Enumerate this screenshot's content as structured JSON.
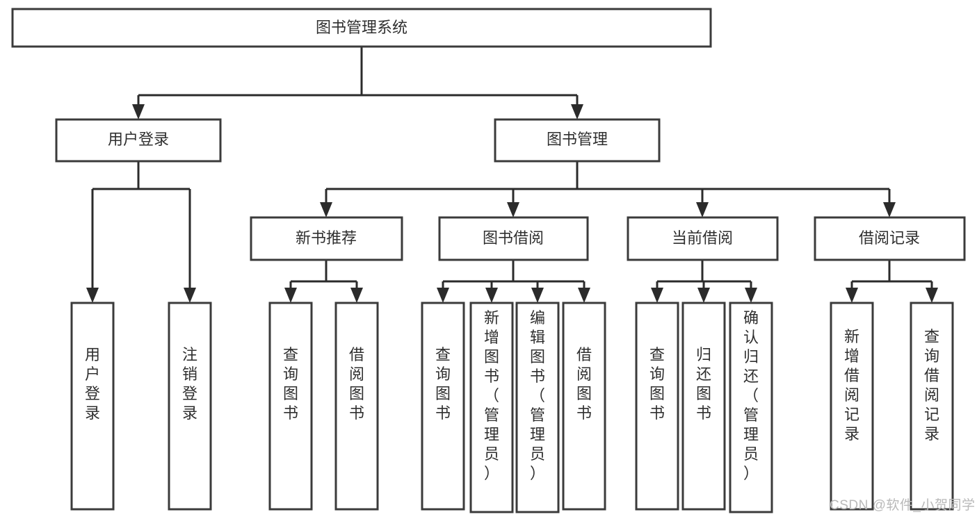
{
  "diagram": {
    "title": "图书管理系统",
    "type": "tree-hierarchy-diagram",
    "colors": {
      "box_stroke": "#3b3b3b",
      "box_fill": "#ffffff",
      "connector": "#2b2b2b",
      "text": "#2f2f2f",
      "watermark": "#b9b9b9",
      "background": "#ffffff"
    },
    "root": {
      "label": "图书管理系统"
    },
    "level2": [
      {
        "label": "用户登录"
      },
      {
        "label": "图书管理"
      }
    ],
    "level3": [
      {
        "label": "新书推荐"
      },
      {
        "label": "图书借阅"
      },
      {
        "label": "当前借阅"
      },
      {
        "label": "借阅记录"
      }
    ],
    "leaves": {
      "user_login": [
        {
          "label": "用户登录"
        },
        {
          "label": "注销登录"
        }
      ],
      "new_book_recommend": [
        {
          "label": "查询图书"
        },
        {
          "label": "借阅图书"
        }
      ],
      "book_borrow": [
        {
          "label": "查询图书"
        },
        {
          "label": "新增图书（管理员）"
        },
        {
          "label": "编辑图书（管理员）"
        },
        {
          "label": "借阅图书"
        }
      ],
      "current_borrow": [
        {
          "label": "查询图书"
        },
        {
          "label": "归还图书"
        },
        {
          "label": "确认归还（管理员）"
        }
      ],
      "borrow_record": [
        {
          "label": "新增借阅记录"
        },
        {
          "label": "查询借阅记录"
        }
      ]
    },
    "watermark": "CSDN @软件_小贺同学"
  }
}
